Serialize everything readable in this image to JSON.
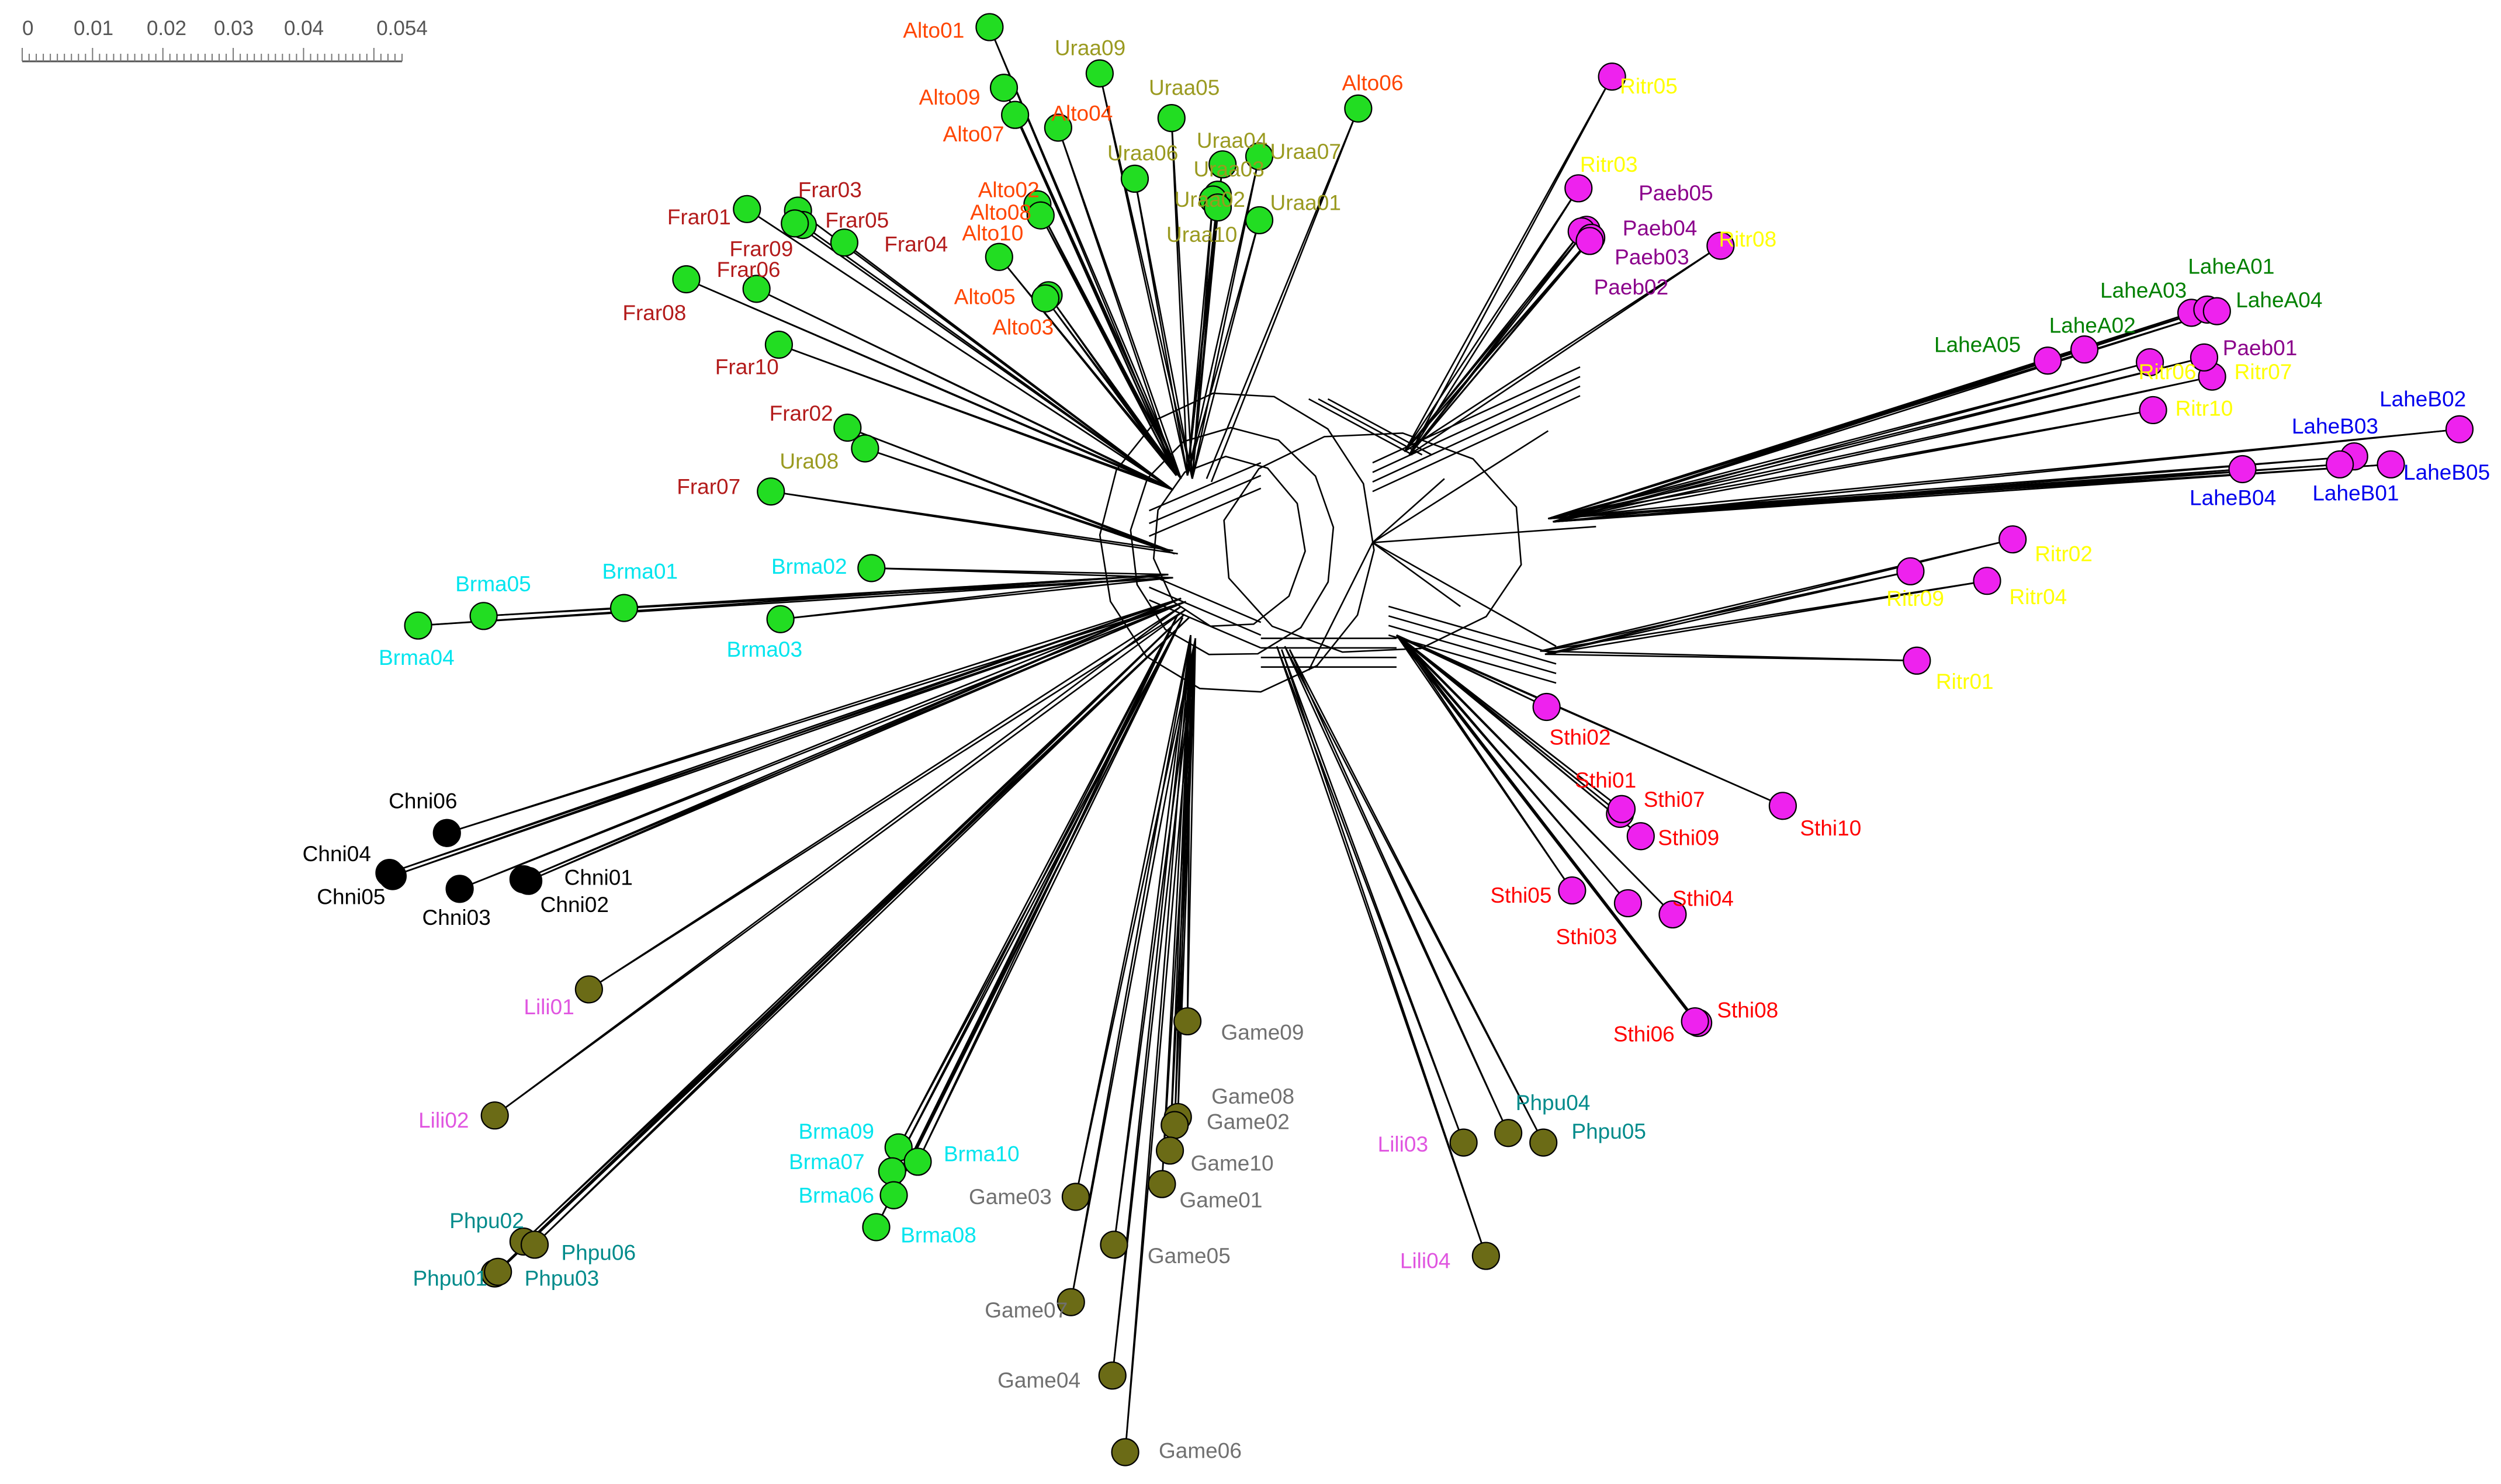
{
  "colors": {
    "node_green": "#22dd22",
    "node_magenta": "#ee22ee",
    "node_black": "#000000",
    "node_olive": "#6b6b16",
    "edge": "#000000"
  },
  "scale_bar": {
    "ticks": [
      "0",
      "0.01",
      "0.02",
      "0.03",
      "0.04",
      "0.054"
    ]
  },
  "groups": [
    {
      "code": "Alto",
      "label_color": "#ff4500",
      "node": "green",
      "taxa": [
        "Alto01",
        "Alto09",
        "Alto07",
        "Alto04",
        "Alto02",
        "Alto08",
        "Alto10",
        "Alto05",
        "Alto03",
        "Alto06"
      ]
    },
    {
      "code": "Uraa",
      "label_color": "#9a9a20",
      "node": "green",
      "taxa": [
        "Uraa09",
        "Uraa05",
        "Uraa04",
        "Uraa06",
        "Uraa03",
        "Uraa07",
        "Uraa02",
        "Uraa01",
        "Uraa10",
        "Ura08"
      ]
    },
    {
      "code": "Frar",
      "label_color": "#b31b1b",
      "node": "green",
      "taxa": [
        "Frar01",
        "Frar03",
        "Frar05",
        "Frar09",
        "Frar06",
        "Frar04",
        "Frar08",
        "Frar10",
        "Frar02",
        "Frar07"
      ]
    },
    {
      "code": "Brma",
      "label_color": "#00e5ee",
      "node": "green",
      "taxa": [
        "Brma05",
        "Brma01",
        "Brma02",
        "Brma04",
        "Brma03",
        "Brma09",
        "Brma07",
        "Brma06",
        "Brma10",
        "Brma08"
      ]
    },
    {
      "code": "Chni",
      "label_color": "#000000",
      "node": "black",
      "taxa": [
        "Chni06",
        "Chni04",
        "Chni05",
        "Chni03",
        "Chni01",
        "Chni02"
      ]
    },
    {
      "code": "Lili",
      "label_color": "#e055e0",
      "node": "olive",
      "taxa": [
        "Lili01",
        "Lili02",
        "Lili03",
        "Lili04"
      ]
    },
    {
      "code": "Phpu",
      "label_color": "#008b8b",
      "node": "olive",
      "taxa": [
        "Phpu02",
        "Phpu06",
        "Phpu01",
        "Phpu03",
        "Phpu04",
        "Phpu05"
      ]
    },
    {
      "code": "Game",
      "label_color": "#707070",
      "node": "olive",
      "taxa": [
        "Game09",
        "Game08",
        "Game02",
        "Game10",
        "Game03",
        "Game01",
        "Game05",
        "Game07",
        "Game04",
        "Game06"
      ]
    },
    {
      "code": "Ritr",
      "label_color": "#ffff00",
      "node": "magenta",
      "taxa": [
        "Ritr05",
        "Ritr03",
        "Ritr08",
        "Ritr06",
        "Ritr07",
        "Ritr10",
        "Ritr02",
        "Ritr09",
        "Ritr04",
        "Ritr01"
      ]
    },
    {
      "code": "Paeb",
      "label_color": "#8b008b",
      "node": "magenta",
      "taxa": [
        "Paeb05",
        "Paeb04",
        "Paeb03",
        "Paeb02",
        "Paeb01"
      ]
    },
    {
      "code": "LaheA",
      "label_color": "#008000",
      "node": "magenta",
      "taxa": [
        "LaheA01",
        "LaheA03",
        "LaheA04",
        "LaheA02",
        "LaheA05"
      ]
    },
    {
      "code": "LaheB",
      "label_color": "#0000ee",
      "node": "magenta",
      "taxa": [
        "LaheB02",
        "LaheB03",
        "LaheB05",
        "LaheB04",
        "LaheB01"
      ]
    },
    {
      "code": "Sthi",
      "label_color": "#ff0000",
      "node": "magenta",
      "taxa": [
        "Sthi02",
        "Sthi01",
        "Sthi07",
        "Sthi10",
        "Sthi09",
        "Sthi05",
        "Sthi04",
        "Sthi03",
        "Sthi08",
        "Sthi06"
      ]
    }
  ]
}
